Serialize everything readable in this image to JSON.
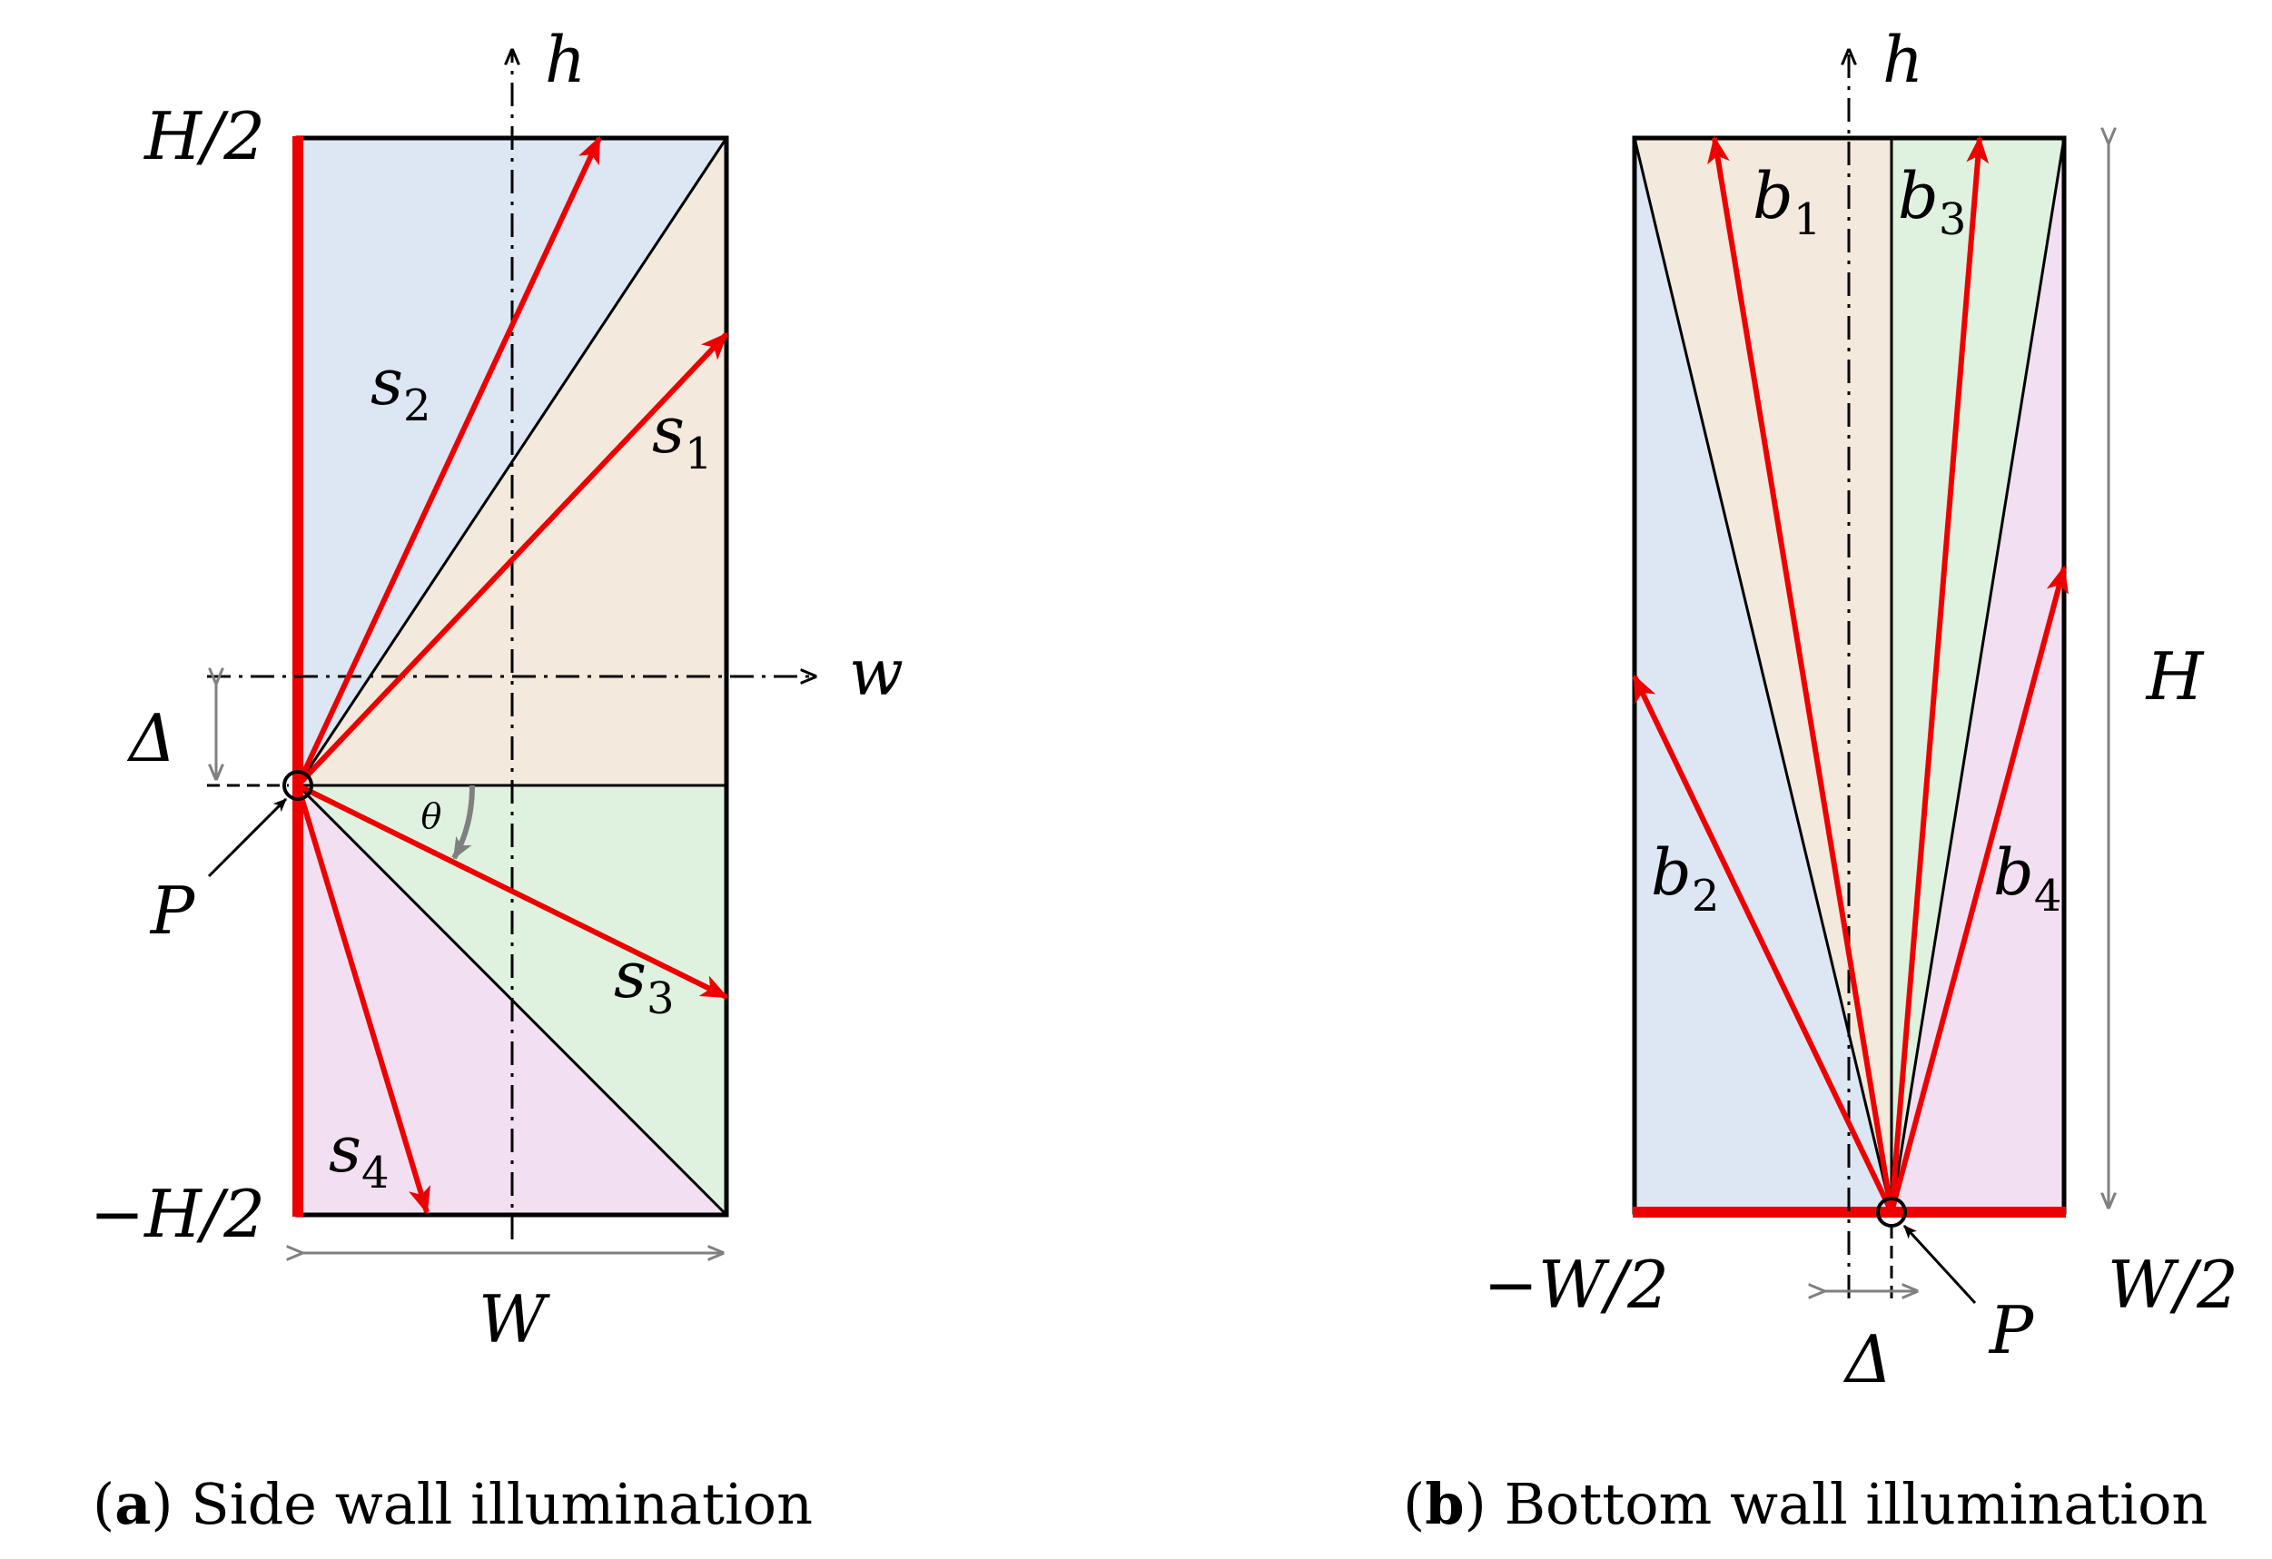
{
  "colors": {
    "region_blue": "#dde6f3",
    "region_beige": "#f3e9dc",
    "region_green": "#dff2df",
    "region_pink": "#f2e0f2",
    "vector_red": "#ee0000",
    "dimension_gray": "#808080",
    "outline": "#000000"
  },
  "panel_a": {
    "axis_vertical": "h",
    "axis_horizontal": "w",
    "top_label": "H/2",
    "bottom_label": "−H/2",
    "width_label": "W",
    "offset_label": "Δ",
    "point_label": "P",
    "angle_label": "θ",
    "vectors": [
      {
        "base": "s",
        "sub": "1"
      },
      {
        "base": "s",
        "sub": "2"
      },
      {
        "base": "s",
        "sub": "3"
      },
      {
        "base": "s",
        "sub": "4"
      }
    ],
    "caption_letter": "a",
    "caption_text": " Side wall illumination"
  },
  "panel_b": {
    "axis_vertical": "h",
    "height_label": "H",
    "left_label": "−W/2",
    "right_label": "W/2",
    "offset_label": "Δ",
    "point_label": "P",
    "vectors": [
      {
        "base": "b",
        "sub": "1"
      },
      {
        "base": "b",
        "sub": "2"
      },
      {
        "base": "b",
        "sub": "3"
      },
      {
        "base": "b",
        "sub": "4"
      }
    ],
    "caption_letter": "b",
    "caption_text": " Bottom wall illumination"
  }
}
